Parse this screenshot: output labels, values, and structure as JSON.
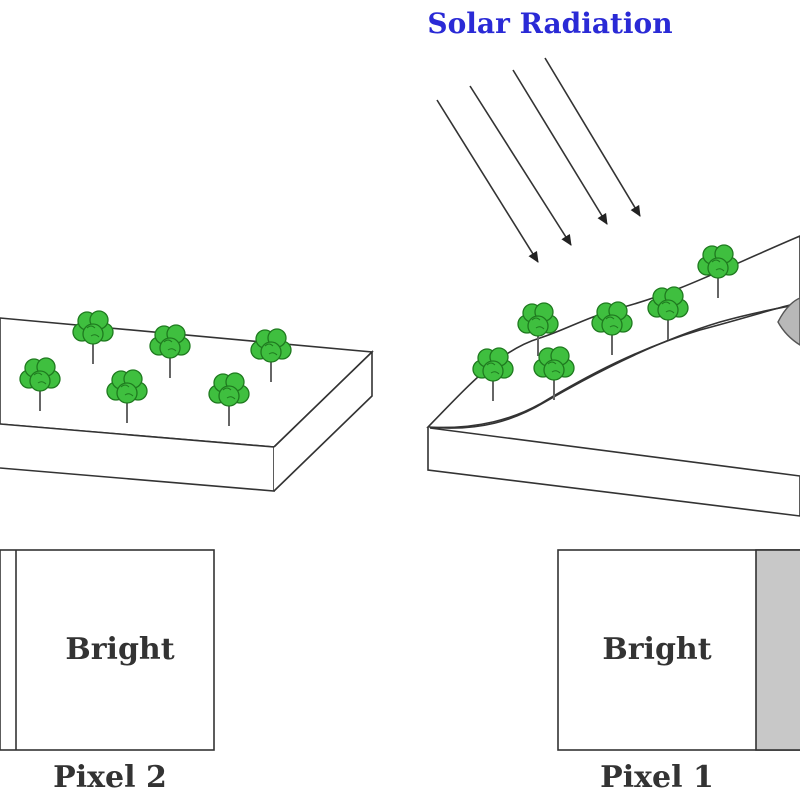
{
  "title": "Solar Radiation",
  "pixel_left": {
    "caption": "Pixel 2",
    "cell_label": "Bright"
  },
  "pixel_right": {
    "caption": "Pixel 1",
    "cell_label": "Bright"
  },
  "colors": {
    "title": "#2a2ad6",
    "tree": "#3fbf3f",
    "tree_dark": "#1f7a1f",
    "line": "#333333",
    "shade": "#c8c8c8"
  }
}
